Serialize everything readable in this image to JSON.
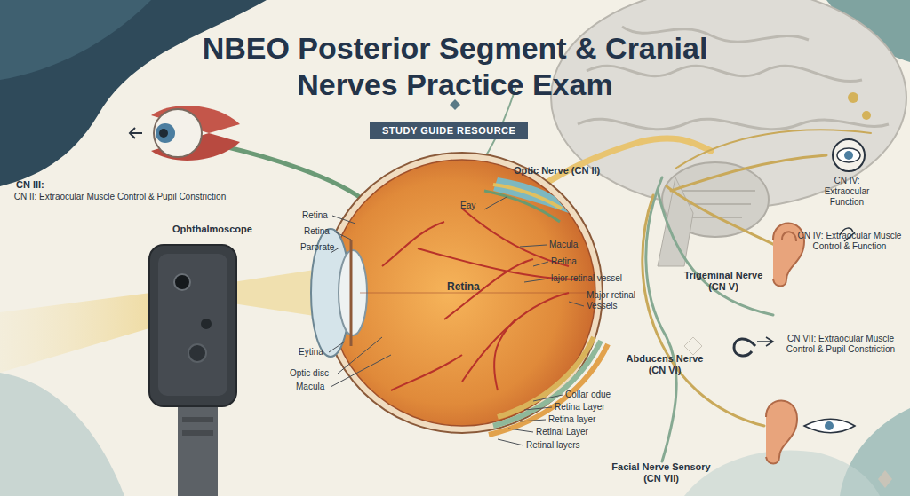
{
  "diagram": {
    "title": "NBEO Posterior Segment & Cranial Nerves Practice Exam",
    "nodes": [
      {
        "text": [
          "STUDY GUIDE RESOURCE"
        ]
      }
    ],
    "labels": [
      "CN III:",
      "CN II: Extraocular Muscle Control & Pupil Constriction",
      "Ophthalmoscope",
      "Optic Nerve (CN II)",
      "Eay",
      "Retina",
      "Retina",
      "Parorate",
      "Macula",
      "Retina",
      "lajor retinal vessel",
      "Major retinal Vessels",
      "Retina",
      "Eytina",
      "Optic disc",
      "Macula",
      "Collar odue",
      "Retina Layer",
      "Retina layer",
      "Retinal Layer",
      "Retinal layers",
      "CN IV: Extraocular Function",
      "Trigeminal Nerve (CN V)",
      "CN IV: Extraocular Muscle Control & Function",
      "Abducens Nerve (CN VI)",
      "CN VII: Extraocular Muscle Control & Pupil Constriction",
      "Facial Nerve Sensory (CN VII)"
    ]
  }
}
